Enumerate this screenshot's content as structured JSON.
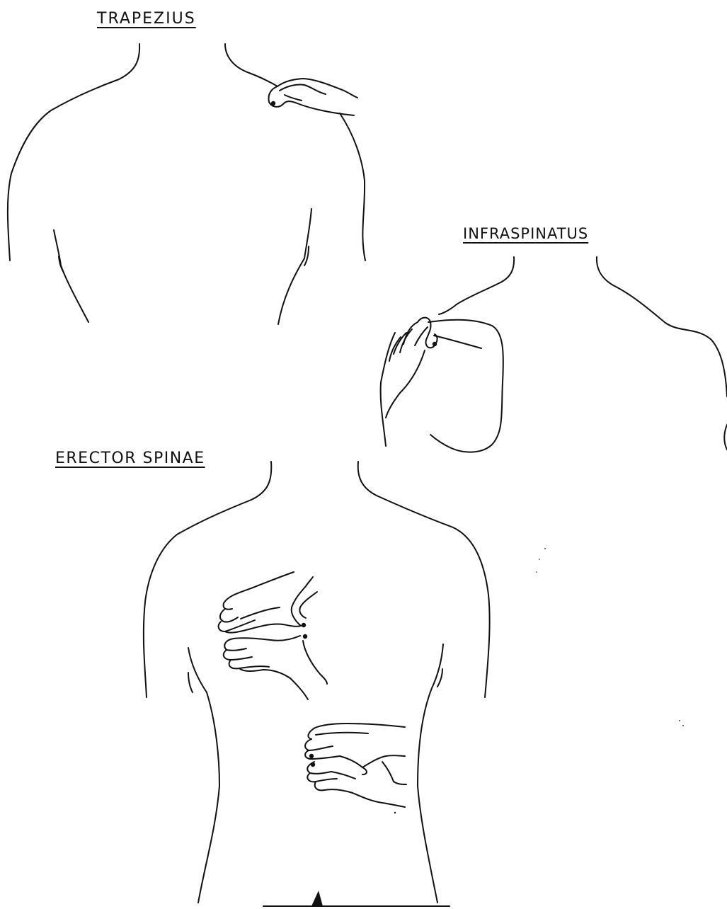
{
  "figures": [
    {
      "id": "trapezius",
      "label": "TRAPEZIUS"
    },
    {
      "id": "infraspinatus",
      "label": "INFRASPINATUS"
    },
    {
      "id": "erector-spinae",
      "label": "ERECTOR SPINAE"
    }
  ],
  "colors": {
    "ink": "#111111",
    "paper": "#ffffff"
  }
}
